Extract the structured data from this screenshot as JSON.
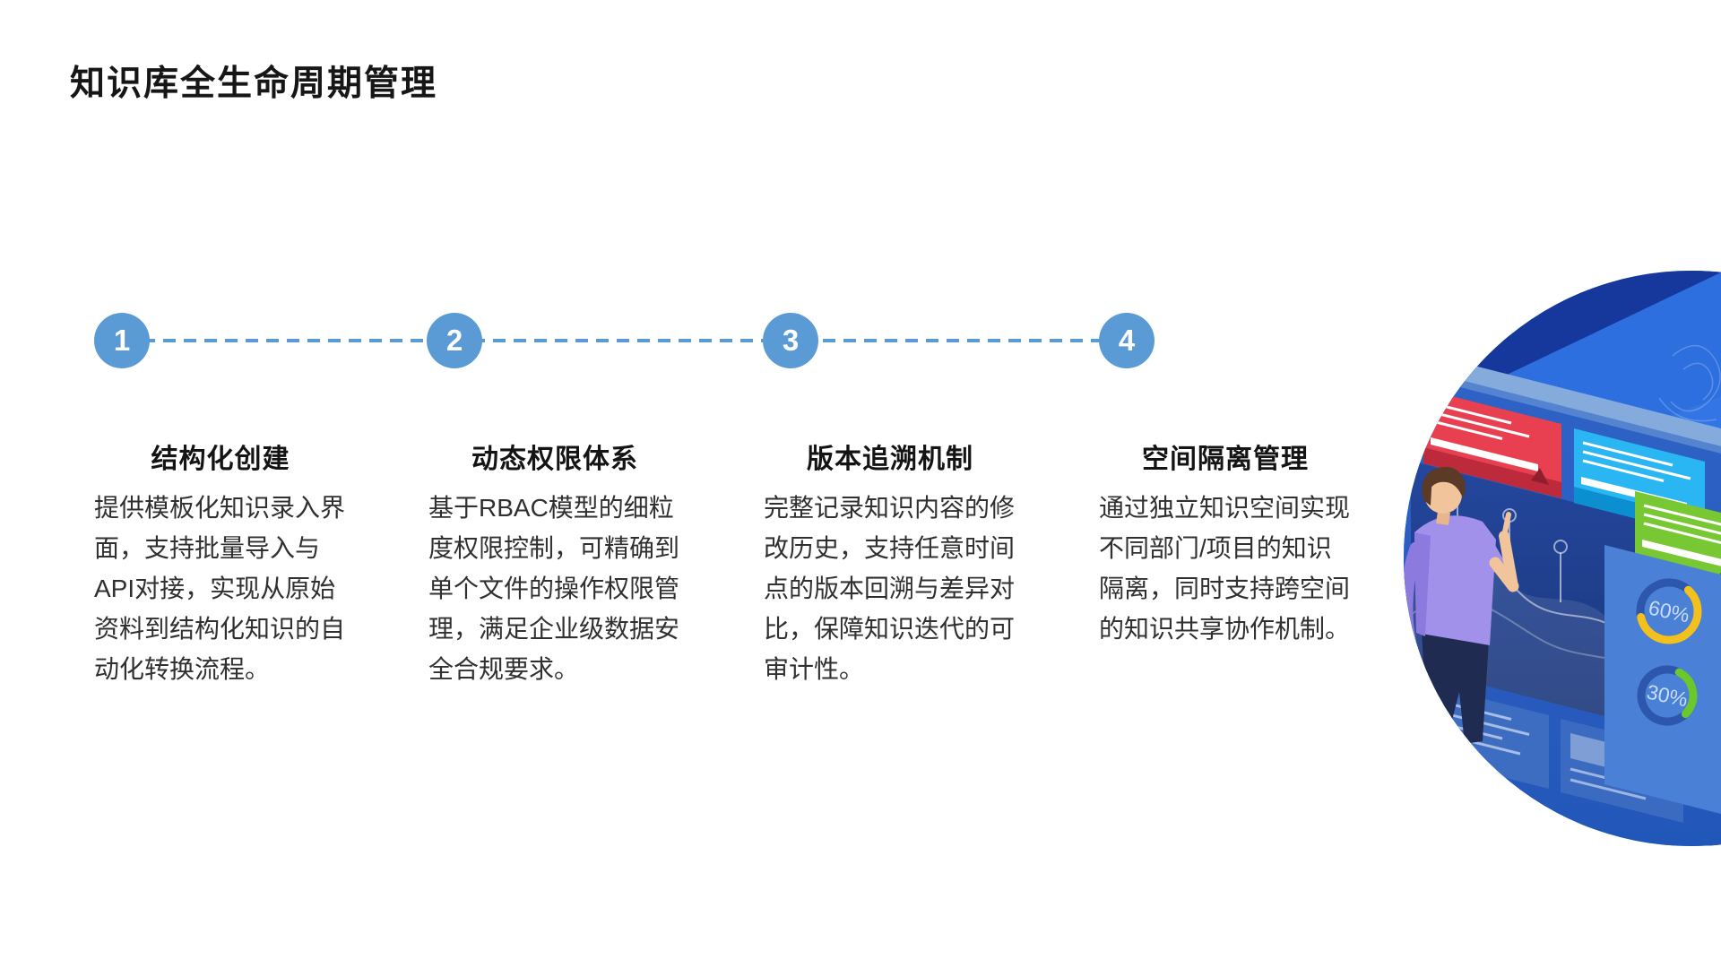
{
  "page": {
    "title": "知识库全生命周期管理"
  },
  "theme": {
    "accent_blue": "#5b9bd5",
    "title_color": "#161616",
    "body_color": "#303030",
    "background": "#ffffff"
  },
  "timeline": {
    "steps": [
      {
        "number": "1",
        "title": "结构化创建",
        "description": "提供模板化知识录入界\n面，支持批量导入与\nAPI对接，实现从原始\n资料到结构化知识的自\n动化转换流程。"
      },
      {
        "number": "2",
        "title": "动态权限体系",
        "description": "基于RBAC模型的细粒\n度权限控制，可精确到\n单个文件的操作权限管\n理，满足企业级数据安\n全合规要求。"
      },
      {
        "number": "3",
        "title": "版本追溯机制",
        "description": "完整记录知识内容的修\n改历史，支持任意时间\n点的版本回溯与差异对\n比，保障知识迭代的可\n审计性。"
      },
      {
        "number": "4",
        "title": "空间隔离管理",
        "description": "通过独立知识空间实现\n不同部门/项目的知识\n隔离，同时支持跨空间\n的知识共享协作机制。"
      }
    ]
  },
  "illustration": {
    "donut_charts": [
      {
        "label": "60%",
        "value": 60,
        "arc_color": "#f2c11d"
      },
      {
        "label": "30%",
        "value": 30,
        "arc_color": "#6cc72d"
      }
    ]
  }
}
